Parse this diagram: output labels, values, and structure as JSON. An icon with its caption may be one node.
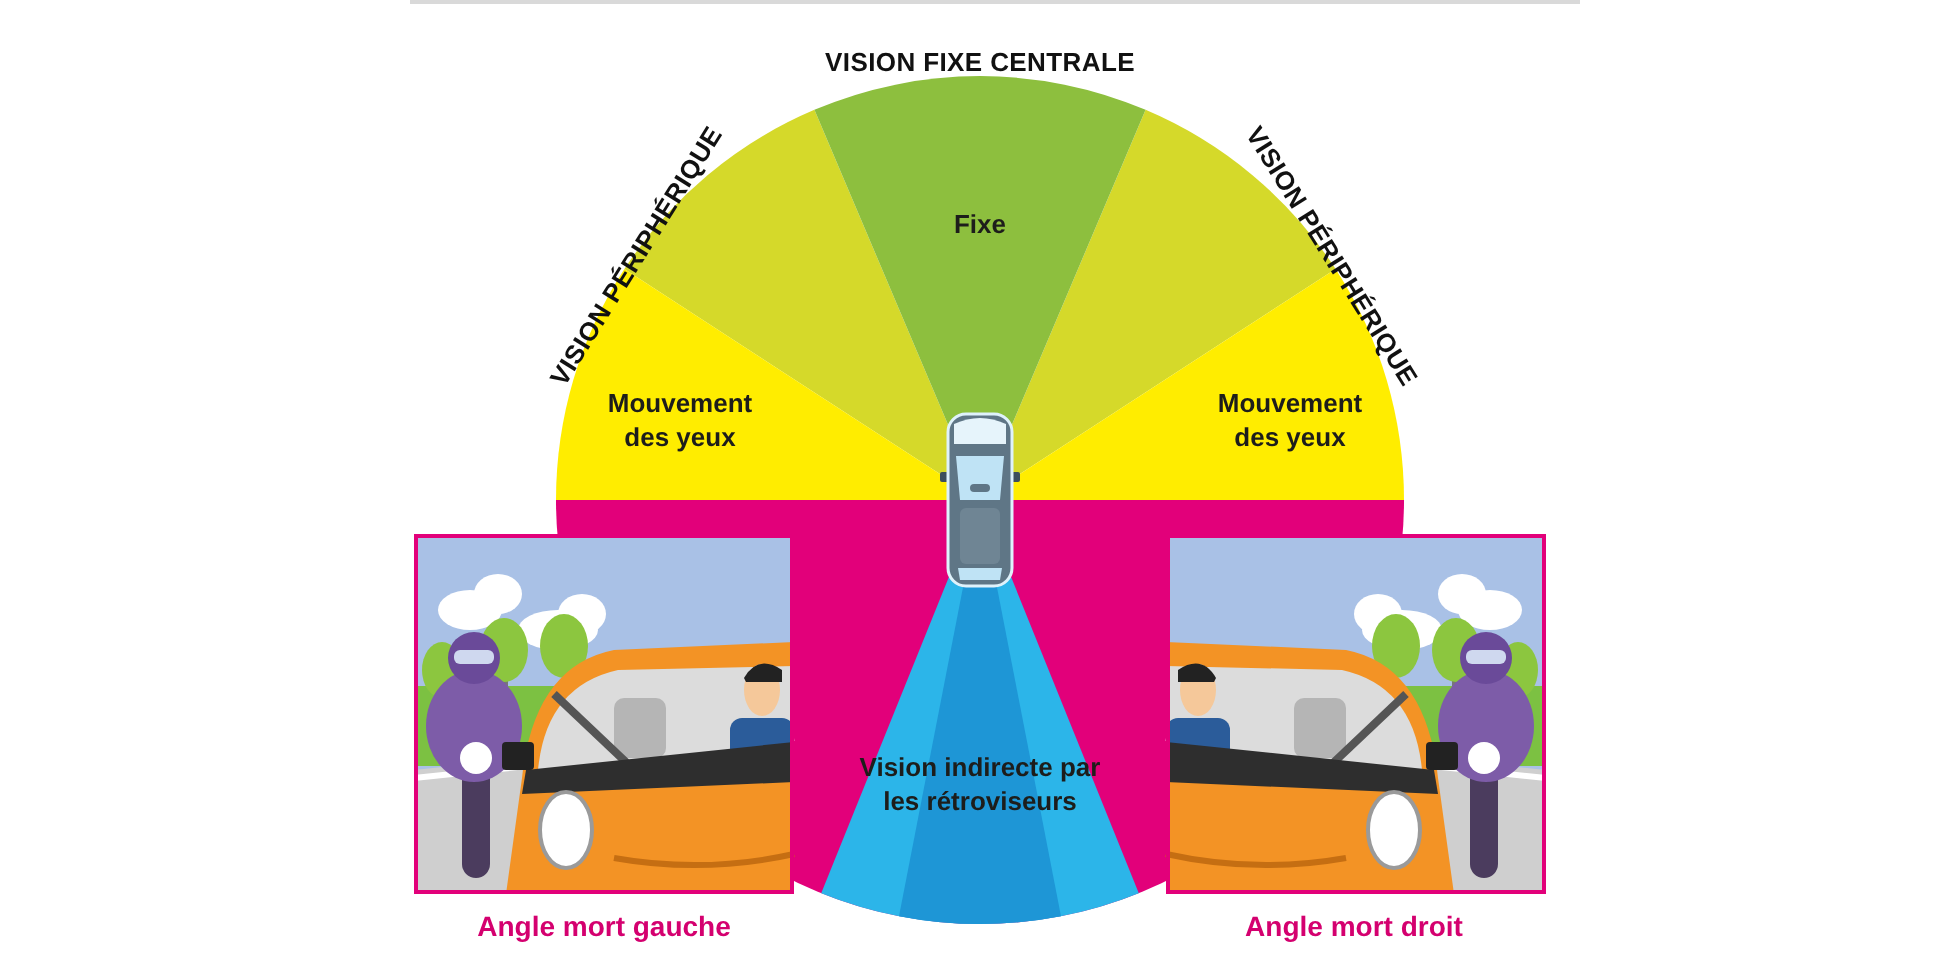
{
  "diagram": {
    "nodes": [
      {
        "text": [
          "Mouvement des yeux"
        ]
      },
      {
        "text": [
          "Fixe"
        ]
      },
      {
        "text": [
          "Mouvement des yeux"
        ]
      },
      {
        "text": [
          "Vision indirecte par les rétroviseurs"
        ]
      },
      {
        "text": [],
        "shape": "picture",
        "beside": [
          "Angle mort gauche"
        ]
      },
      {
        "text": [],
        "shape": "picture",
        "beside": [
          "Angle mort droit"
        ]
      }
    ],
    "labels": [
      "VISION FIXE CENTRALE",
      "VISION PÉRIPHÉRIQUE",
      "VISION PÉRIPHÉRIQUE"
    ]
  }
}
